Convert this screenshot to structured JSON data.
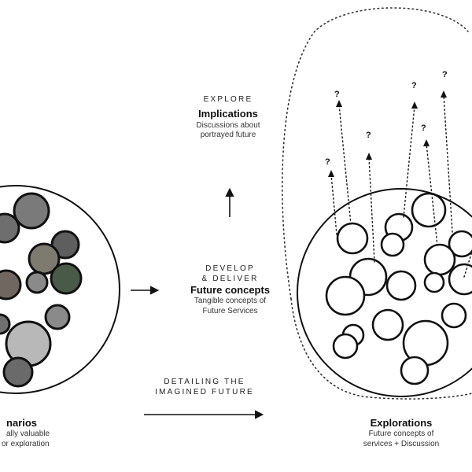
{
  "explore": {
    "caption": "EXPLORE",
    "title": "Implications",
    "desc1": "Discussions about",
    "desc2": "portrayed future"
  },
  "develop": {
    "caption1": "DEVELOP",
    "caption2": "& DELIVER",
    "title": "Future concepts",
    "desc1": "Tangible concepts of",
    "desc2": "Future Services"
  },
  "detailing": {
    "line1": "DETAILING THE",
    "line2": "IMAGINED FUTURE"
  },
  "scenarios": {
    "title": "narios",
    "desc1": "ally valuable",
    "desc2": "or exploration"
  },
  "explorations": {
    "title": "Explorations",
    "desc1": "Future concepts of",
    "desc2": "services + Discussion"
  },
  "question_mark": "?",
  "colors": {
    "ink": "#111111",
    "photo_fill": "#8a8a8a"
  }
}
